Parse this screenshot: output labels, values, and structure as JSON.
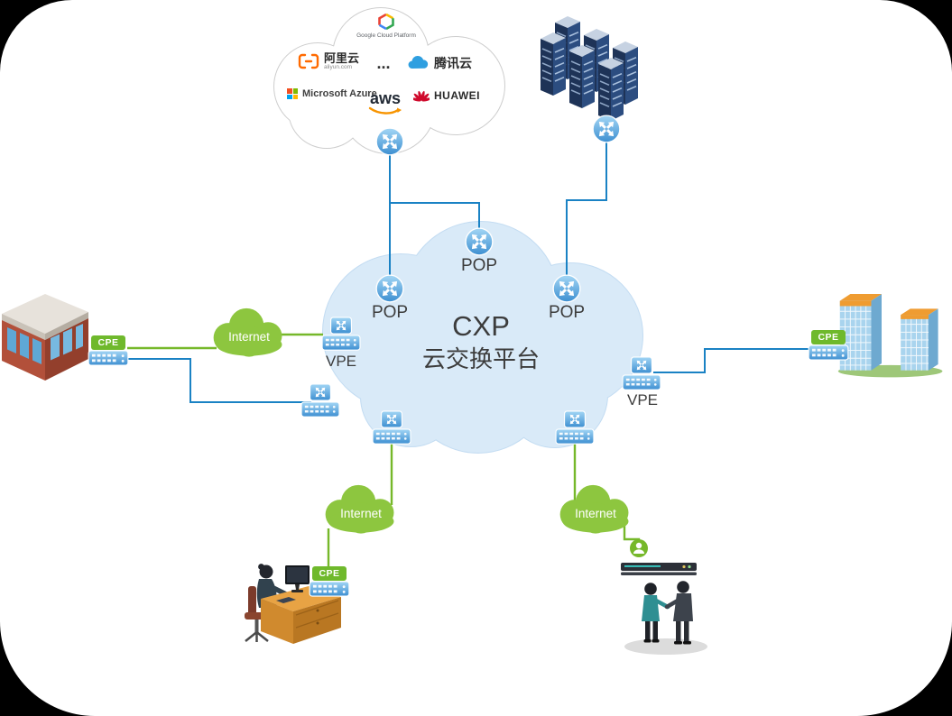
{
  "title_cloud": {
    "line1": "CXP",
    "line2": "云交换平台"
  },
  "pop": {
    "top": "POP",
    "left": "POP",
    "right": "POP"
  },
  "vpe": {
    "left": "VPE",
    "right": "VPE"
  },
  "cpe": {
    "left": "CPE",
    "right": "CPE",
    "bottom": "CPE"
  },
  "internet": {
    "left": "Internet",
    "bottom_left": "Internet",
    "bottom_right": "Internet"
  },
  "providers": {
    "google": "Google Cloud Platform",
    "alibaba": "阿里云",
    "alibaba_domain": "aliyun.com",
    "more": "...",
    "tencent": "腾讯云",
    "azure": "Microsoft Azure",
    "aws": "aws",
    "huawei": "HUAWEI"
  },
  "colors": {
    "link_blue": "#1a82c4",
    "link_green": "#76b82a",
    "center_cloud_fill": "#d9eaf8",
    "internet_cloud_fill": "#8dc63f",
    "node_blue_light": "#a3d6f5",
    "node_blue_dark": "#3d8fd1",
    "cpe_badge_green": "#6fb92c",
    "label_text": "#3c3c3c"
  },
  "icons": {
    "router-icon": "circle-with-cross-arrows",
    "switch-icon": "box-with-cross-arrows-and-ports",
    "cpe-device-icon": "flat-device-with-ports",
    "cloud-icon": "cloud-shape",
    "datacenter-icon": "isometric-server-racks",
    "office-building-icon": "isometric-building",
    "city-buildings-icon": "isometric-towers",
    "workstation-icon": "person-at-desk-with-monitor",
    "partners-icon": "two-people-handshake-with-server",
    "user-icon": "green-circle-person"
  }
}
